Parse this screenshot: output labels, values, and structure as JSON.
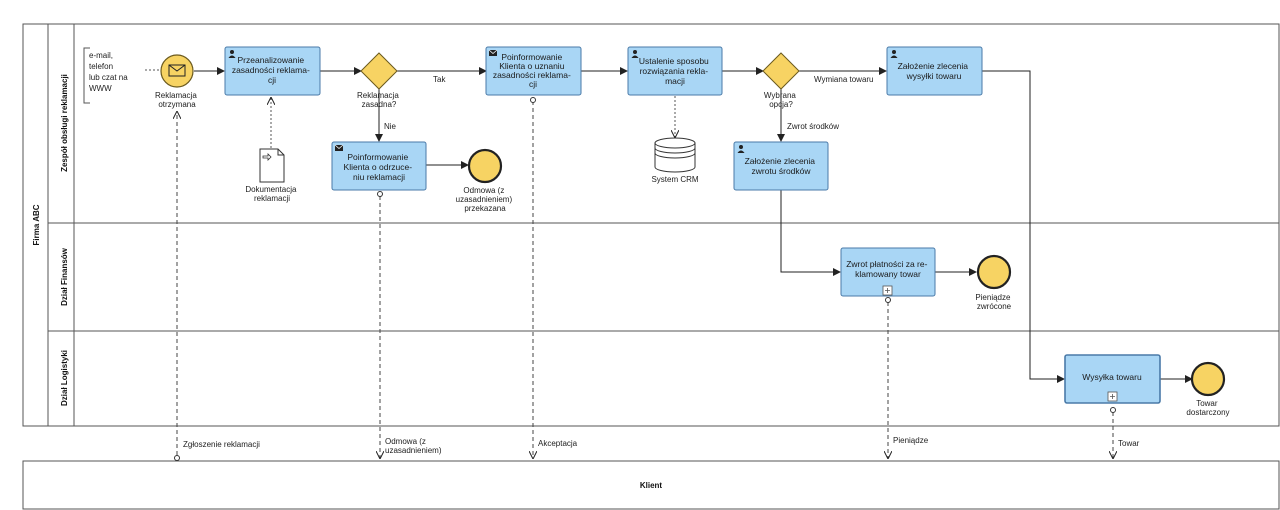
{
  "pool": {
    "name": "Firma ABC"
  },
  "lanes": {
    "obsluga": "Zespół obsługi reklamacji",
    "finanse": "Dział Finansów",
    "logistyka": "Dział Logistyki"
  },
  "external_pool": {
    "name": "Klient"
  },
  "annotation": [
    "e-mail,",
    "telefon",
    "lub czat na",
    "WWW"
  ],
  "events": {
    "start": [
      "Reklamacja",
      "otrzymana"
    ],
    "end_odmowa": [
      "Odmowa (z",
      "uzasadnieniem)",
      "przekazana"
    ],
    "end_pieniadze": [
      "Pieniądze",
      "zwrócone"
    ],
    "end_towar": [
      "Towar",
      "dostarczony"
    ]
  },
  "tasks": {
    "analiza": [
      "Przeanalizowanie",
      "zasadności reklama-",
      "cji"
    ],
    "info_odrzucenie": [
      "Poinformowanie",
      "Klienta o odrzuce-",
      "niu reklamacji"
    ],
    "info_uznanie": [
      "Poinformowanie",
      "Klienta o uznaniu",
      "zasadności reklama-",
      "cji"
    ],
    "ustalenie": [
      "Ustalenie sposobu",
      "rozwiązania rekla-",
      "macji"
    ],
    "zlecenie_wysylki": [
      "Założenie zlecenia",
      "wysyłki towaru"
    ],
    "zlecenie_zwrotu": [
      "Założenie zlecenia",
      "zwrotu środków"
    ],
    "zwrot_platnosci": [
      "Zwrot płatności za re-",
      "klamowany towar"
    ],
    "wysylka": [
      "Wysyłka towaru"
    ]
  },
  "gateways": {
    "zasadna": [
      "Reklamacja",
      "zasadna?"
    ],
    "opcja": [
      "Wybrana",
      "opcja?"
    ]
  },
  "flow_labels": {
    "tak": "Tak",
    "nie": "Nie",
    "wymiana": "Wymiana towaru",
    "zwrot": "Zwrot środków"
  },
  "data_objects": {
    "dokumentacja": [
      "Dokumentacja",
      "reklamacji"
    ],
    "crm": [
      "System CRM"
    ]
  },
  "messages": {
    "zgloszenie": [
      "Zgłoszenie reklamacji"
    ],
    "odmowa": [
      "Odmowa (z",
      "uzasadnieniem)"
    ],
    "akceptacja": [
      "Akceptacja"
    ],
    "pieniadze": [
      "Pieniądze"
    ],
    "towar": [
      "Towar"
    ]
  },
  "colors": {
    "task_fill": "#a9d6f5",
    "task_stroke": "#4a7aa8",
    "event_fill": "#f7d363",
    "gateway_fill": "#f7d363",
    "line": "#333333"
  }
}
